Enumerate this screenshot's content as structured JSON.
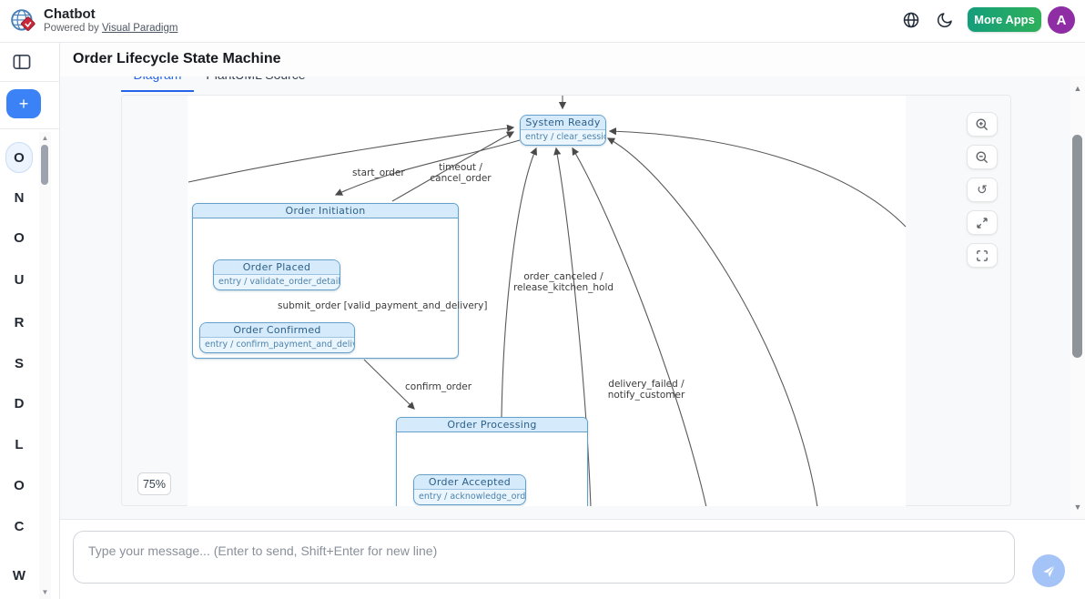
{
  "header": {
    "app_title": "Chatbot",
    "powered_by_prefix": "Powered by ",
    "powered_by_link_label": "Visual Paradigm",
    "more_apps_label": "More Apps",
    "avatar_initial": "A"
  },
  "sidebar": {
    "new_chat_label": "+",
    "items": [
      {
        "label": "O",
        "active": true
      },
      {
        "label": "N",
        "active": false
      },
      {
        "label": "O",
        "active": false
      },
      {
        "label": "U",
        "active": false
      },
      {
        "label": "R",
        "active": false
      },
      {
        "label": "S",
        "active": false
      },
      {
        "label": "D",
        "active": false
      },
      {
        "label": "L",
        "active": false
      },
      {
        "label": "O",
        "active": false
      },
      {
        "label": "C",
        "active": false
      },
      {
        "label": "W",
        "active": false
      }
    ]
  },
  "main": {
    "page_title": "Order Lifecycle State Machine",
    "tabs": [
      {
        "label": "Diagram",
        "active": true
      },
      {
        "label": "PlantUML Source",
        "active": false
      }
    ],
    "zoom_level": "75%"
  },
  "diagram": {
    "type": "state-machine",
    "states": [
      {
        "name": "System Ready",
        "entry": "entry / clear_session",
        "kind": "simple"
      },
      {
        "name": "Order Initiation",
        "kind": "composite"
      },
      {
        "name": "Order Placed",
        "entry": "entry / validate_order_details",
        "kind": "simple",
        "parent": "Order Initiation"
      },
      {
        "name": "Order Confirmed",
        "entry": "entry / confirm_payment_and_delivery",
        "kind": "simple",
        "parent": "Order Initiation"
      },
      {
        "name": "Order Processing",
        "kind": "composite"
      },
      {
        "name": "Order Accepted",
        "entry": "entry / acknowledge_order",
        "kind": "simple",
        "parent": "Order Processing"
      }
    ],
    "transition_labels": {
      "start_order": "start_order",
      "timeout": "timeout /\ncancel_order",
      "submit_order": "submit_order [valid_payment_and_delivery]",
      "confirm_order": "confirm_order",
      "order_canceled": "order_canceled /\nrelease_kitchen_hold",
      "delivery_failed": "delivery_failed /\nnotify_customer"
    }
  },
  "chat": {
    "input_placeholder": "Type your message... (Enter to send, Shift+Enter for new line)"
  },
  "colors": {
    "accent_blue": "#3b82f6",
    "tab_active_blue": "#2563eb",
    "more_apps_gradient": [
      "#149e7c",
      "#2eb05a"
    ],
    "avatar_purple": "#8f2da5",
    "state_header_fill": "#d5eafa",
    "state_body_fill": "#eaf5fd",
    "state_border": "#65a0ca",
    "state_text": "#2d5f88",
    "send_button_blue": "#a4c3f7"
  }
}
